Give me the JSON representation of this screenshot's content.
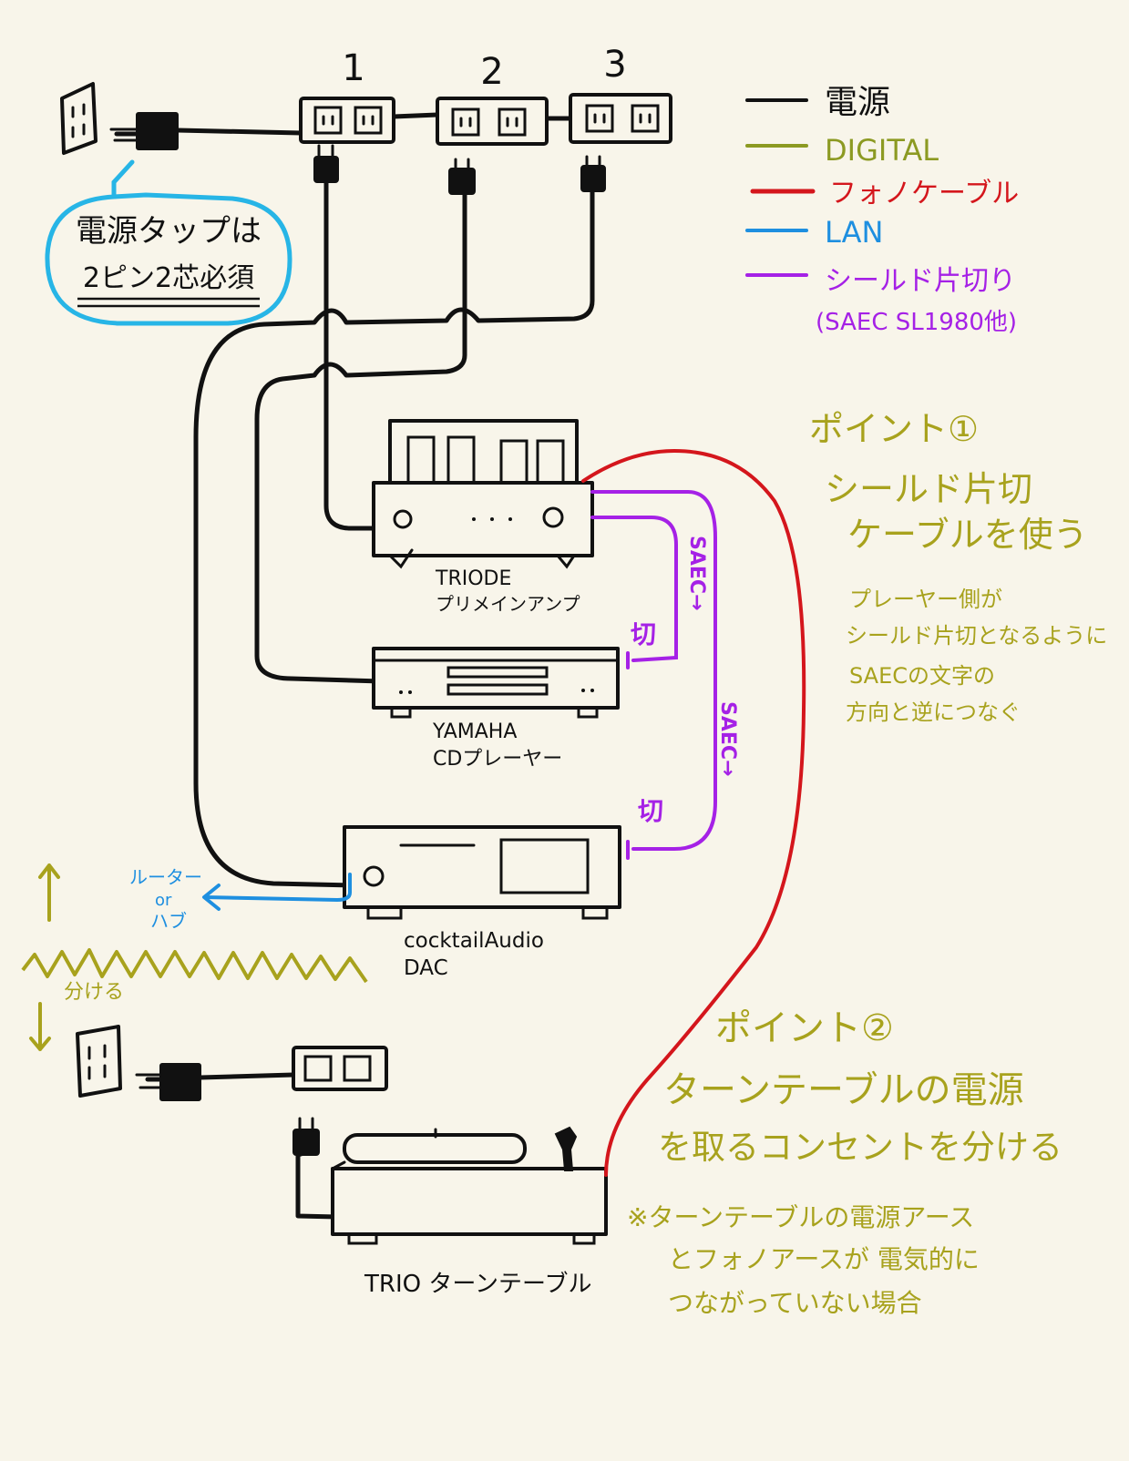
{
  "colors": {
    "power": "#111111",
    "digital": "#8c9a22",
    "phono": "#d4161c",
    "lan": "#1e8fe0",
    "shield": "#a521e6",
    "note": "#a8a21d",
    "bubble": "#27b5e6"
  },
  "outlet_numbers": [
    "1",
    "2",
    "3"
  ],
  "legend": [
    {
      "label": "電源",
      "color": "#111111"
    },
    {
      "label": "DIGITAL",
      "color": "#8c9a22"
    },
    {
      "label": "フォノケーブル",
      "color": "#d4161c"
    },
    {
      "label": "LAN",
      "color": "#1e8fe0"
    },
    {
      "label": "シールド片切り",
      "color": "#a521e6"
    }
  ],
  "legend_note": "(SAEC SL1980他)",
  "bubble": {
    "line1": "電源タップは",
    "line2": "2ピン2芯必須"
  },
  "devices": {
    "amp": {
      "line1": "TRIODE",
      "line2": "プリメインアンプ"
    },
    "cd": {
      "line1": "YAMAHA",
      "line2": "CDプレーヤー"
    },
    "dac": {
      "line1": "cocktailAudio",
      "line2": "DAC"
    },
    "turntable": {
      "label": "TRIO ターンテーブル"
    }
  },
  "cable_labels": {
    "saec_1": "SAEC→",
    "saec_2": "SAEC→",
    "cut_1": "切",
    "cut_2": "切",
    "lan_line1": "ルーター",
    "lan_line2": "or",
    "lan_line3": "ハブ"
  },
  "split_label": "分ける",
  "point1": {
    "title": "ポイント①",
    "line1": "シールド片切",
    "line2": "ケーブルを使う",
    "note1": "プレーヤー側が",
    "note2": "シールド片切となるように",
    "note3": "SAECの文字の",
    "note4": "方向と逆につなぐ"
  },
  "point2": {
    "title": "ポイント②",
    "line1": "ターンテーブルの電源",
    "line2": "を取るコンセントを分ける",
    "note1": "※ターンテーブルの電源アース",
    "note2": "とフォノアースが 電気的に",
    "note3": "つながっていない場合"
  }
}
